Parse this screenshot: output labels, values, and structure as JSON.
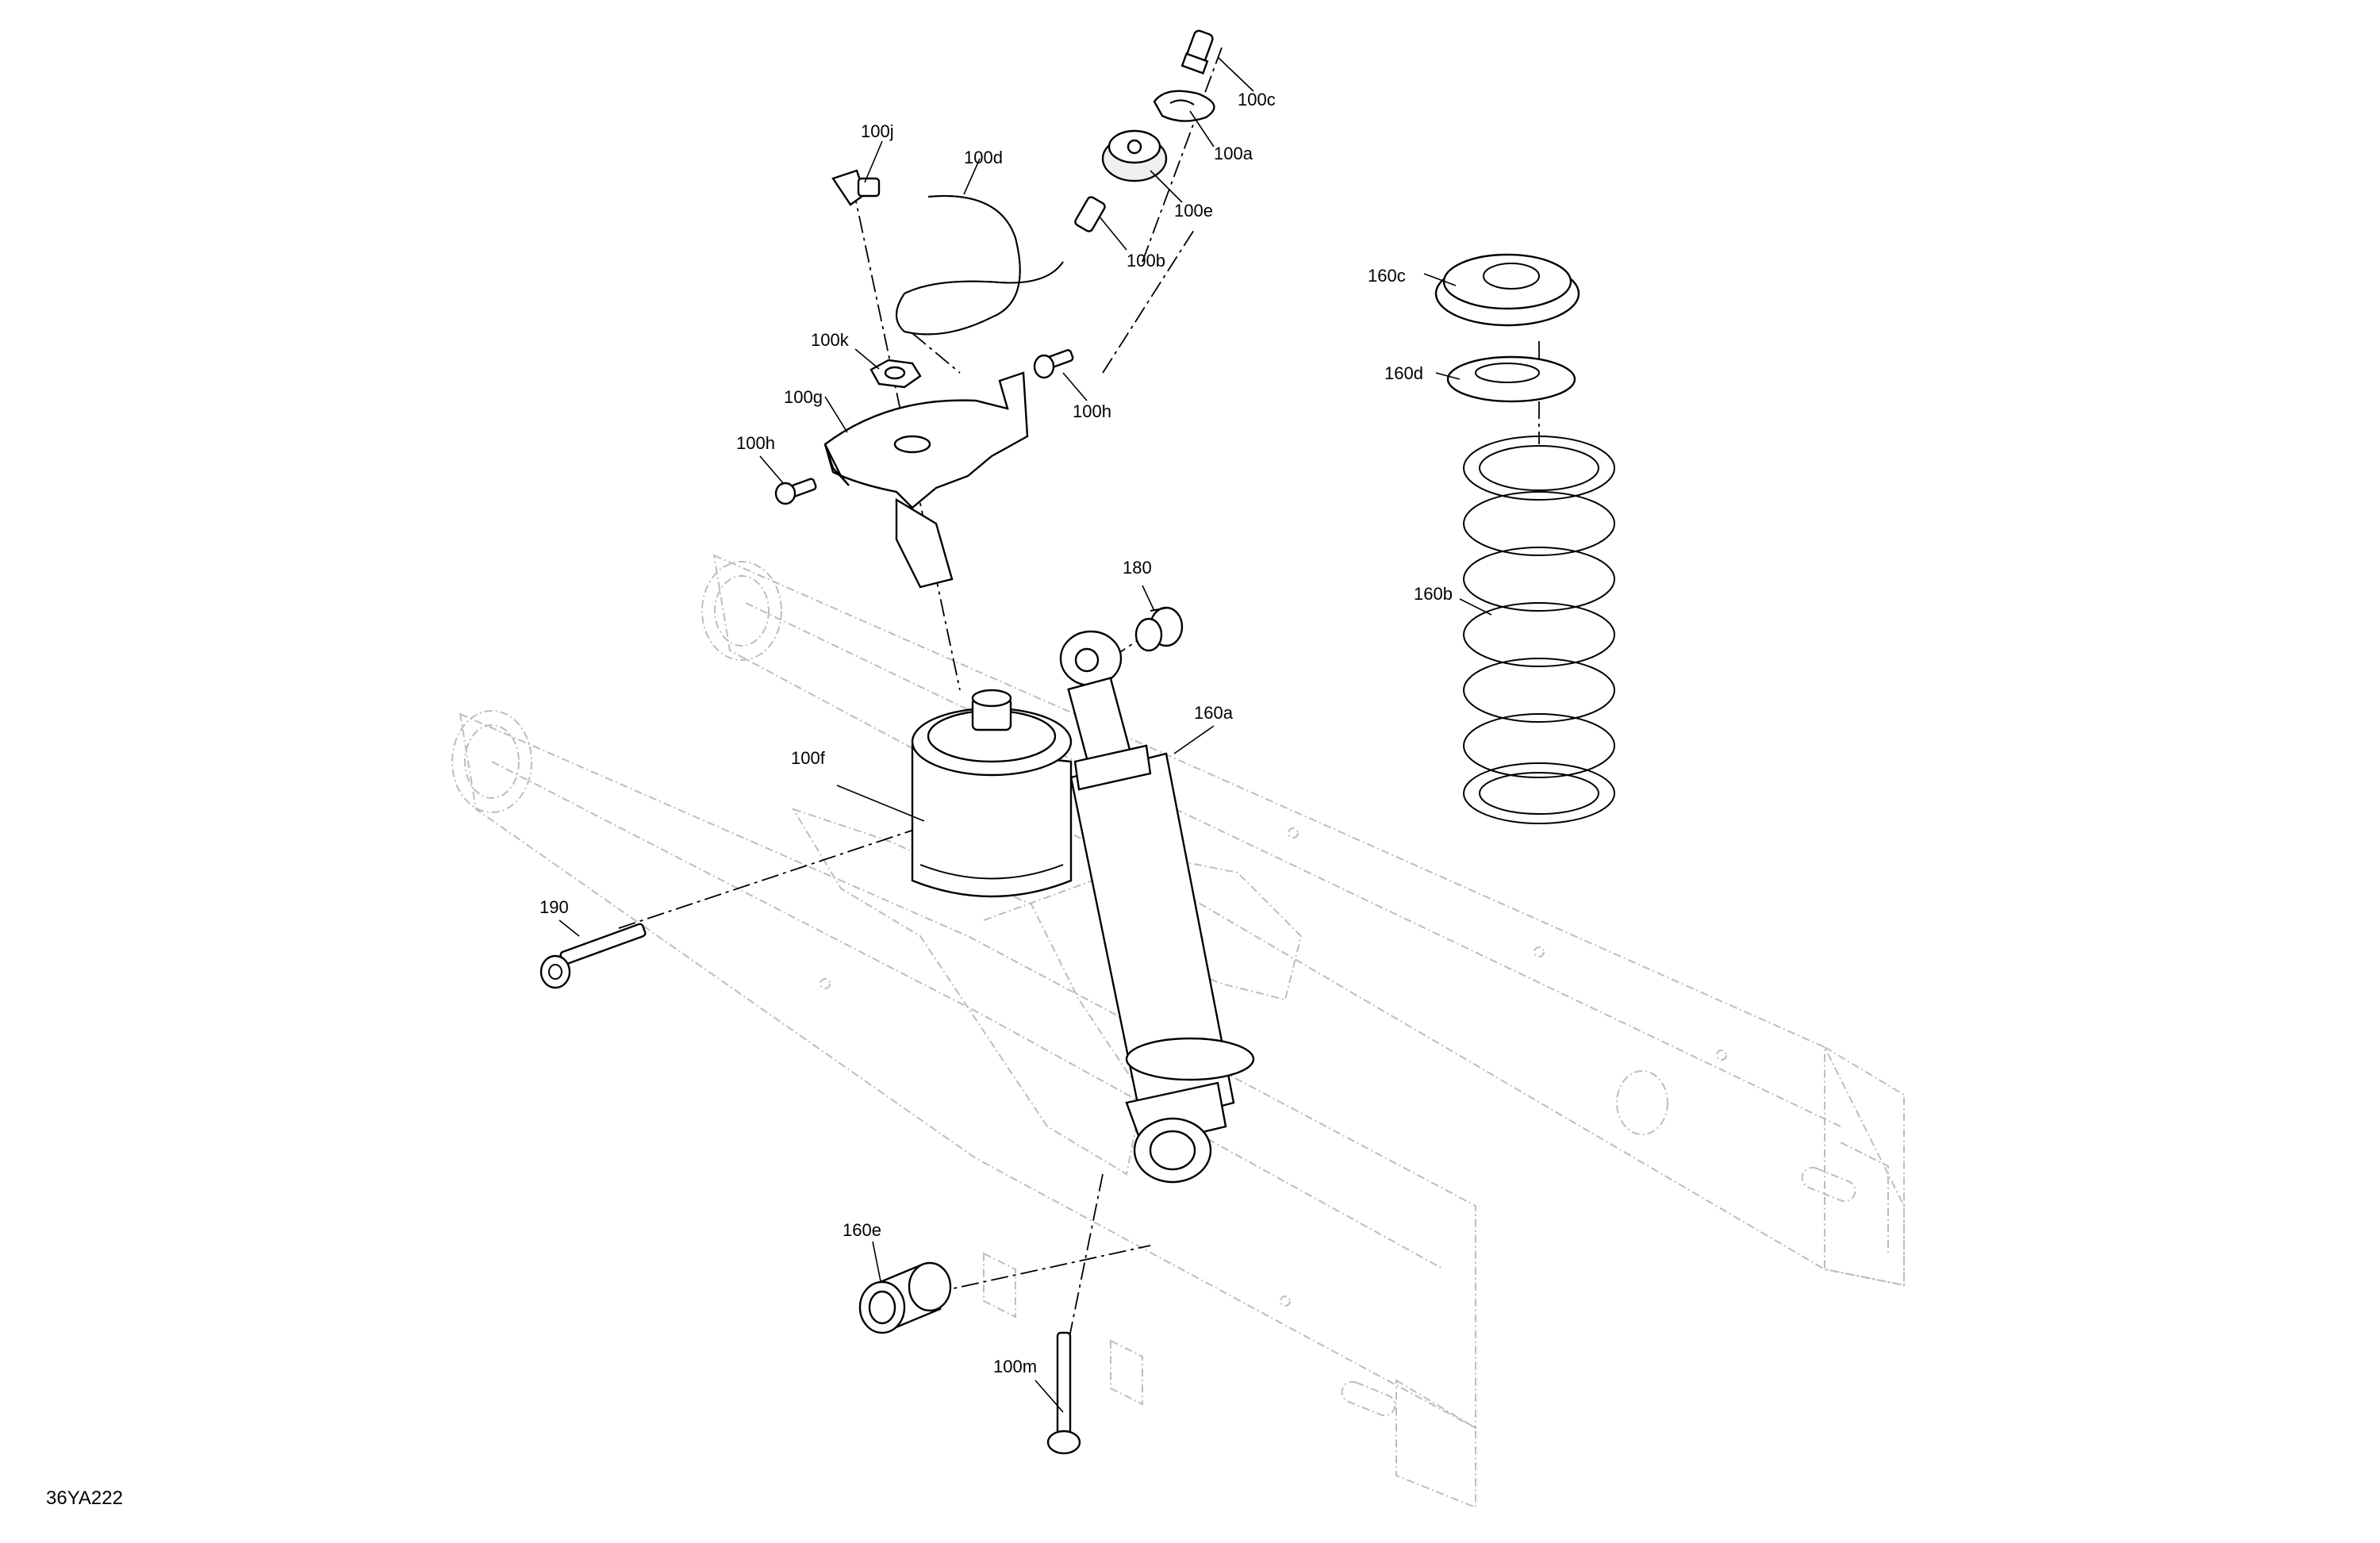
{
  "figure_code": "36YA222",
  "callouts": {
    "c100c": "100c",
    "c100a": "100a",
    "c100j": "100j",
    "c100d": "100d",
    "c100e": "100e",
    "c100b": "100b",
    "c160c": "160c",
    "c160d": "160d",
    "c100k": "100k",
    "c100h_right": "100h",
    "c100g": "100g",
    "c100h_left": "100h",
    "c180": "180",
    "c160b": "160b",
    "c160a": "160a",
    "c100f": "100f",
    "c190": "190",
    "c160e": "160e",
    "c100m": "100m"
  }
}
